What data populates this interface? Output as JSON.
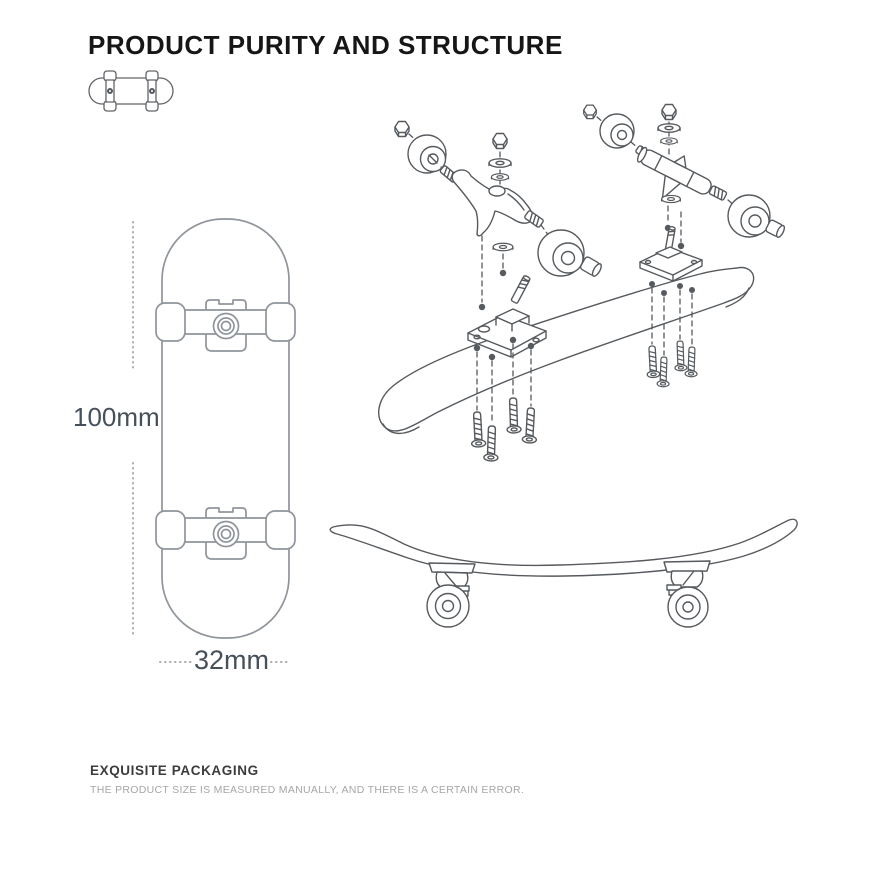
{
  "header": {
    "title": "PRODUCT PURITY AND STRUCTURE"
  },
  "diagram": {
    "height_label": "100mm",
    "width_label": "32mm"
  },
  "footer": {
    "heading": "EXQUISITE PACKAGING",
    "note": "THE PRODUCT SIZE IS MEASURED MANUALLY, AND THERE IS A CERTAIN ERROR."
  },
  "icons": {
    "mini_skateboard": "fingerboard-top-view"
  },
  "colors": {
    "title": "#161616",
    "dimension_text": "#46505A",
    "drawing_light": "#8F959B",
    "drawing_dark": "#565A5E",
    "dimension_dots": "#A6ACB2",
    "footer_heading": "#3C3C3C",
    "footer_note": "#A6A6A6",
    "background": "#FFFFFF"
  }
}
